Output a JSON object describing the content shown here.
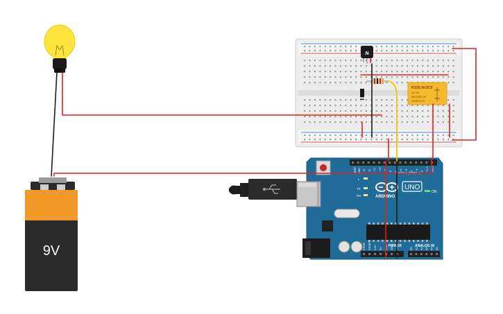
{
  "battery": {
    "label": "9V"
  },
  "transistor": {
    "label": "N"
  },
  "relay": {
    "model": "KS2E-M-DC5",
    "lines": [
      "DC 5V",
      "5A/125V AC",
      "2A/30V DC"
    ]
  },
  "arduino": {
    "brand": "ARDUINO",
    "model": "UNO",
    "on_label": "ON",
    "tx_label": "TX",
    "rx_label": "RX",
    "l_label": "L",
    "digital_label": "DIGITAL (PWM ~)",
    "power_label": "POWER",
    "analog_label": "ANALOG IN",
    "aref_label": "AREF",
    "gnd_label": "GND",
    "digital_pins": [
      "13",
      "12",
      "~11",
      "~10",
      "~9",
      "8",
      "7",
      "~6",
      "~5",
      "4",
      "~3",
      "2",
      "TX 1",
      "RX 0"
    ],
    "power_pins": [
      "IOREF",
      "RESET",
      "3.3V",
      "5V",
      "GND",
      "GND",
      "Vin"
    ],
    "analog_pins": [
      "A0",
      "A1",
      "A2",
      "A3",
      "A4",
      "A5"
    ]
  },
  "colors": {
    "wire_red": "#e02020",
    "wire_black": "#1a1a1a",
    "wire_yellow": "#f2c500",
    "board_blue": "#1f6c98",
    "breadboard": "#ececec",
    "relay_yellow": "#f5b82e",
    "bulb_yellow": "#ffe53b",
    "battery_orange": "#f19a2a",
    "battery_body": "#2b2b2b"
  }
}
